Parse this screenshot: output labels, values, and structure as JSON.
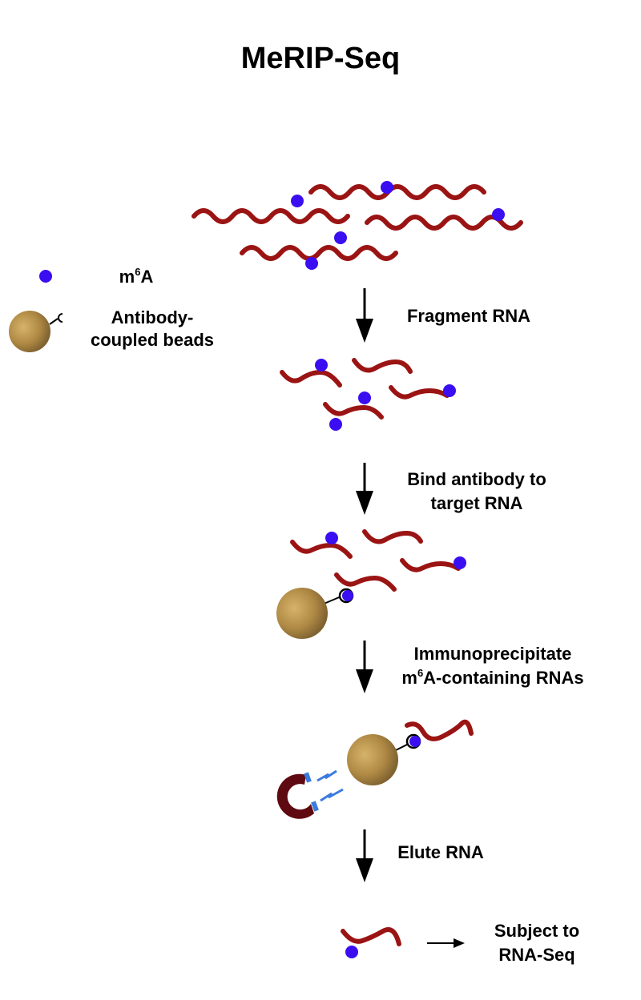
{
  "title": "MeRIP-Seq",
  "legend": {
    "m6a": {
      "prefix": "m",
      "superscript": "6",
      "suffix": "A"
    },
    "beads": {
      "line1": "Antibody-",
      "line2": "coupled beads"
    }
  },
  "steps": [
    {
      "line1": "Fragment RNA",
      "line2": ""
    },
    {
      "line1": "Bind antibody to",
      "line2": "target RNA"
    },
    {
      "line1": "Immunoprecipitate",
      "line2_prefix": "m",
      "line2_sup": "6",
      "line2_suffix": "A-containing RNAs"
    },
    {
      "line1": "Elute RNA",
      "line2": ""
    }
  ],
  "final": {
    "line1": "Subject to",
    "line2": "RNA-Seq"
  },
  "colors": {
    "rna": "#9b1414",
    "m6a": "#3a0ef0",
    "bead": "#b8924a",
    "magnet": "#5e0a10",
    "spark": "#3a7be0",
    "text": "#000000"
  }
}
